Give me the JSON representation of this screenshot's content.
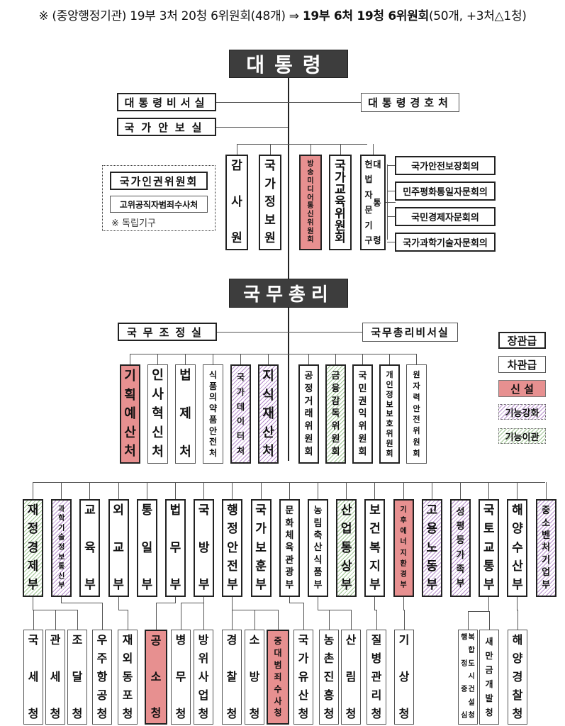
{
  "title": {
    "prefix": "※ (중앙행정기관) 19부 3처 20청 6위원회(48개) ⇒ ",
    "bold": "19부 6처 19청 6위원회",
    "suffix": "(50개, +3처△1청)"
  },
  "president": {
    "label": "대통령"
  },
  "president_aides": {
    "left": [
      "대통령비서실",
      "국가안보실"
    ],
    "right": [
      "대통령경호처"
    ]
  },
  "independent": {
    "items": [
      "국가인권위원회",
      "고위공직자범죄수사처"
    ],
    "note": "※ 독립기구"
  },
  "president_agencies": [
    {
      "label": "감사원",
      "type": "minister"
    },
    {
      "label": "국가정보원",
      "type": "minister"
    },
    {
      "label": "방송미디어통신위원회",
      "type": "new"
    },
    {
      "label": "국가교육위원회",
      "type": "minister"
    },
    {
      "label": "헌법자문기구 / 대통령",
      "col1": "헌법자문기구",
      "col2": "대통령",
      "type": "minister"
    }
  ],
  "advisory_councils": [
    "국가안전보장회의",
    "민주평화통일자문회의",
    "국민경제자문회의",
    "국가과학기술자문회의"
  ],
  "prime_minister": {
    "label": "국무총리"
  },
  "pm_aides": {
    "left": "국무조정실",
    "right": "국무총리비서실"
  },
  "pm_agencies_left": [
    {
      "label": "기획예산처",
      "type": "new"
    },
    {
      "label": "인사혁신처",
      "type": "vice"
    },
    {
      "label": "법제처",
      "type": "vice"
    },
    {
      "label": "식품의약품안전처",
      "type": "vice"
    },
    {
      "label": "국가데이터처",
      "type": "strong"
    },
    {
      "label": "지식재산처",
      "type": "strong"
    }
  ],
  "pm_agencies_right": [
    {
      "label": "공정거래위원회",
      "type": "minister"
    },
    {
      "label": "금융감독위원회",
      "type": "moved"
    },
    {
      "label": "국민권익위원회",
      "type": "minister"
    },
    {
      "label": "개인정보보호위원회",
      "type": "minister"
    },
    {
      "label": "원자력안전위원회",
      "type": "vice"
    }
  ],
  "legend": [
    {
      "label": "장관급",
      "type": "minister"
    },
    {
      "label": "차관급",
      "type": "vice"
    },
    {
      "label": "신 설",
      "type": "new"
    },
    {
      "label": "기능강화",
      "type": "strong"
    },
    {
      "label": "기능이관",
      "type": "moved"
    }
  ],
  "ministries": [
    {
      "label": "재정경제부",
      "type": "moved"
    },
    {
      "label": "과학기술정보통신부",
      "type": "strong"
    },
    {
      "label": "교육부",
      "type": "minister"
    },
    {
      "label": "외교부",
      "type": "minister"
    },
    {
      "label": "통일부",
      "type": "minister"
    },
    {
      "label": "법무부",
      "type": "minister"
    },
    {
      "label": "국방부",
      "type": "minister"
    },
    {
      "label": "행정안전부",
      "type": "minister"
    },
    {
      "label": "국가보훈부",
      "type": "minister"
    },
    {
      "label": "문화체육관광부",
      "type": "minister"
    },
    {
      "label": "농림축산식품부",
      "type": "minister"
    },
    {
      "label": "산업통상부",
      "type": "moved"
    },
    {
      "label": "보건복지부",
      "type": "minister"
    },
    {
      "label": "기후에너지환경부",
      "type": "new"
    },
    {
      "label": "고용노동부",
      "type": "strong"
    },
    {
      "label": "성평등가족부",
      "type": "strong"
    },
    {
      "label": "국토교통부",
      "type": "minister"
    },
    {
      "label": "해양수산부",
      "type": "minister"
    },
    {
      "label": "중소벤처기업부",
      "type": "strong"
    }
  ],
  "agencies": [
    {
      "label": "국세청",
      "type": "vice"
    },
    {
      "label": "관세청",
      "type": "vice"
    },
    {
      "label": "조달청",
      "type": "vice"
    },
    {
      "label": "우주항공청",
      "type": "vice"
    },
    {
      "label": "재외동포청",
      "type": "vice"
    },
    {
      "label": "공소청",
      "type": "new"
    },
    {
      "label": "병무청",
      "type": "vice"
    },
    {
      "label": "방위사업청",
      "type": "vice"
    },
    {
      "label": "경찰청",
      "type": "vice"
    },
    {
      "label": "소방청",
      "type": "vice"
    },
    {
      "label": "중대범죄수사청",
      "type": "new"
    },
    {
      "label": "국가유산청",
      "type": "vice"
    },
    {
      "label": "농촌진흥청",
      "type": "vice"
    },
    {
      "label": "산림청",
      "type": "vice"
    },
    {
      "label": "질병관리청",
      "type": "vice"
    },
    {
      "label": "기상청",
      "type": "vice"
    },
    {
      "label": "행정중심복합도시건설청",
      "col1": "행정중심",
      "col2": "복합도시건설청",
      "type": "vice"
    },
    {
      "label": "새만금개발청",
      "type": "vice"
    },
    {
      "label": "해양경찰청",
      "type": "vice"
    }
  ]
}
